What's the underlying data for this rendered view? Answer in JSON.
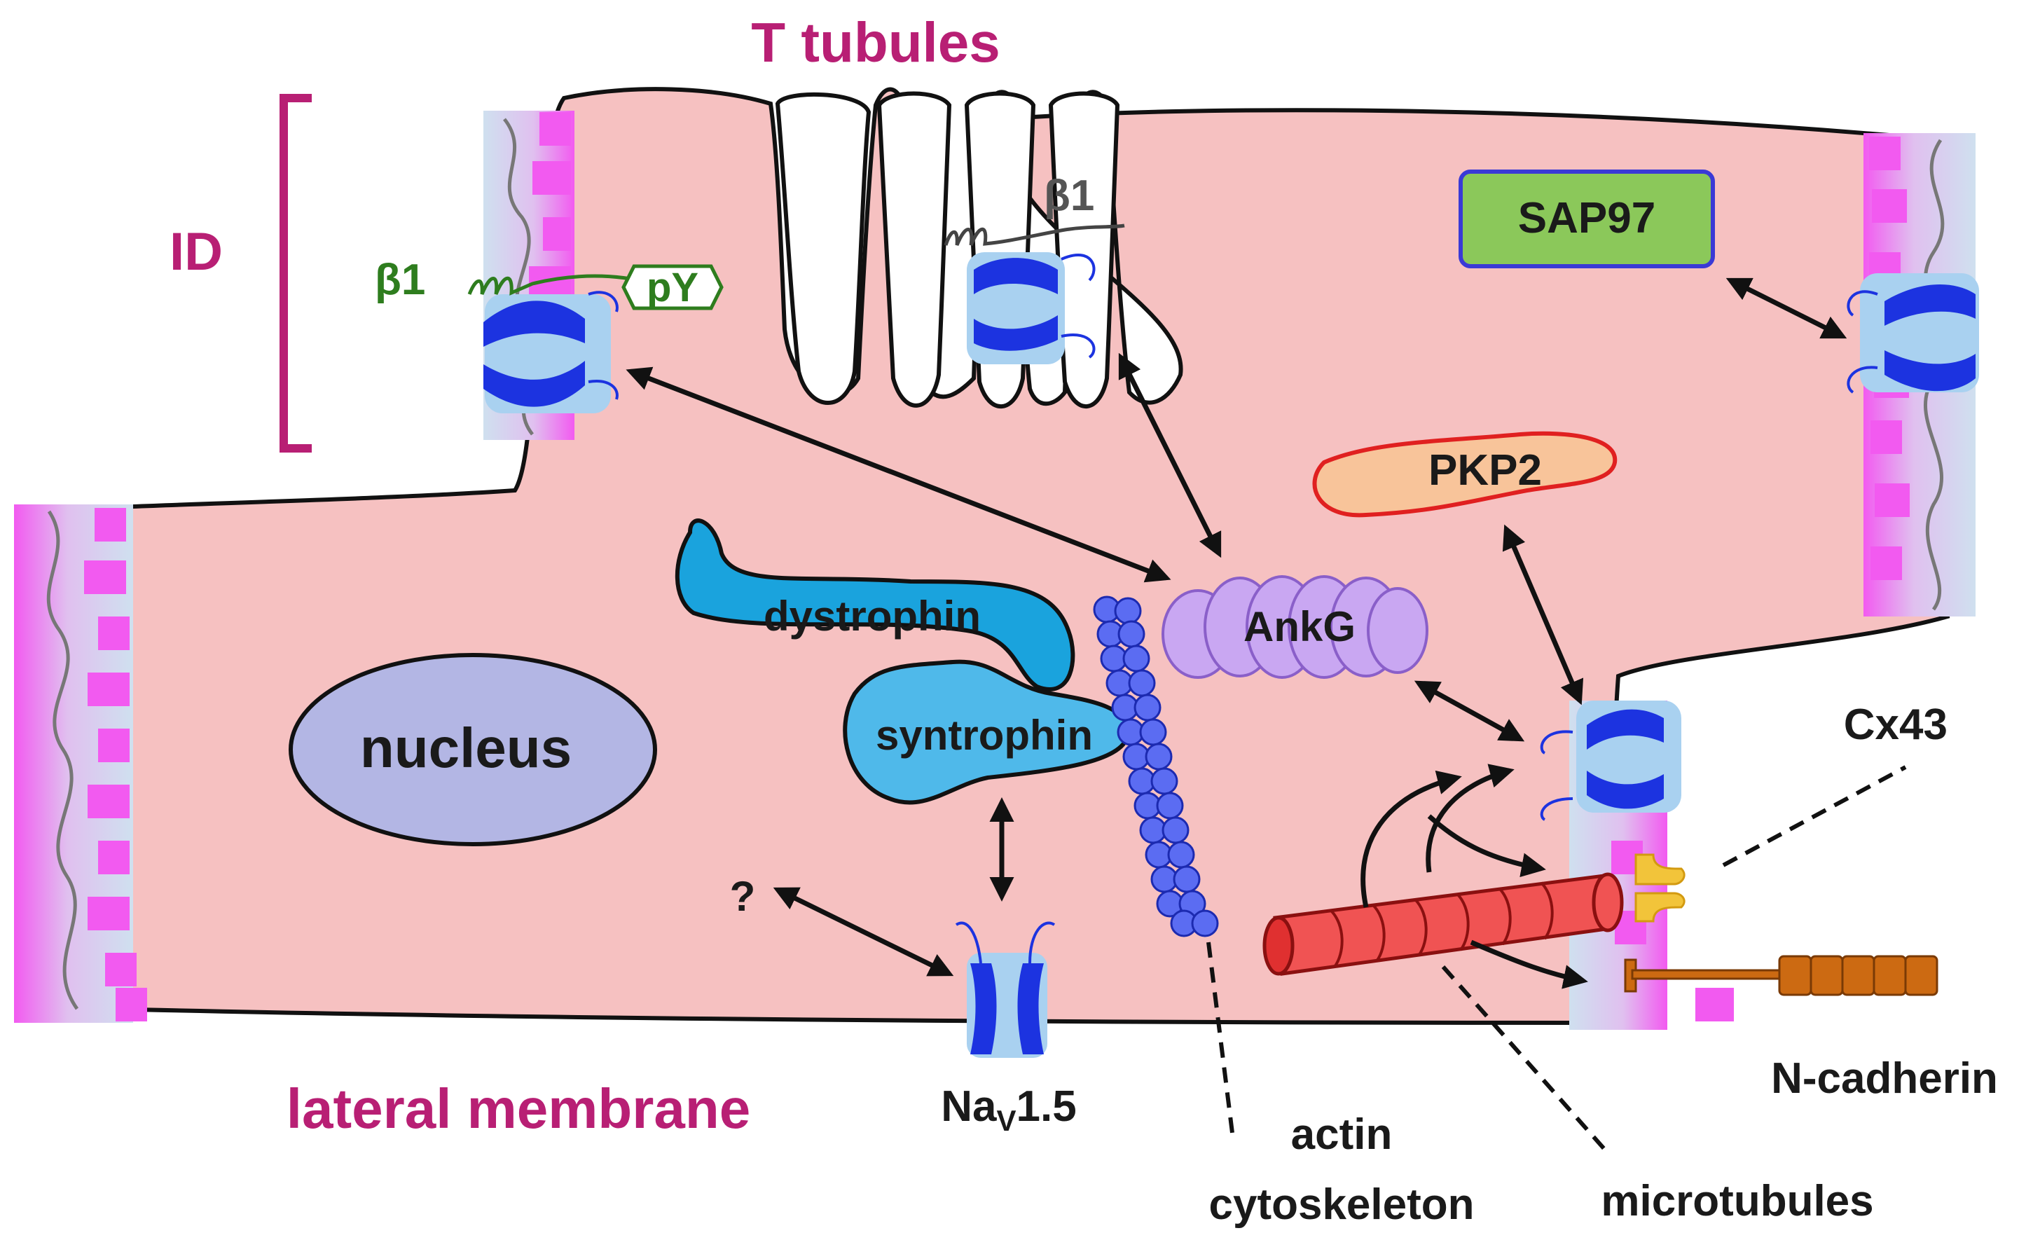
{
  "labels": {
    "t_tubules": "T tubules",
    "id": "ID",
    "beta1_left": "β1",
    "beta1_top": "β1",
    "py": "pY",
    "sap97": "SAP97",
    "pkp2": "PKP2",
    "dystrophin": "dystrophin",
    "syntrophin": "syntrophin",
    "ankg": "AnkG",
    "nucleus": "nucleus",
    "cx43": "Cx43",
    "question": "?",
    "nav_base": "Na",
    "nav_sub": "V",
    "nav_suffix": "1.5",
    "lateral_membrane": "lateral membrane",
    "actin_line1": "actin",
    "actin_line2": "cytoskeleton",
    "microtubules": "microtubules",
    "n_cadherin": "N-cadherin"
  },
  "colors": {
    "cell_fill": "#f6c1c1",
    "magenta_label": "#b81f74",
    "membrane_pink": "#f25af0",
    "membrane_blue": "#cfe0ef",
    "channel_blue": "#1c33e0",
    "channel_pore": "#a9d1f0",
    "sap97_fill": "#8bc85a",
    "sap97_border": "#3a3ad6",
    "pkp2_fill": "#f8c49a",
    "pkp2_border": "#e02020",
    "dystrophin_fill": "#1aa3dd",
    "syntrophin_fill": "#4fb9ea",
    "ankg_fill": "#c9a7f2",
    "actin_bead": "#5b6cf2",
    "nucleus_fill": "#b3b6e4",
    "microtubule_fill": "#f05353",
    "ncadherin_fill": "#cc6a12",
    "cx43_fill": "#f2c43a",
    "beta1_green": "#2e7d1e"
  }
}
